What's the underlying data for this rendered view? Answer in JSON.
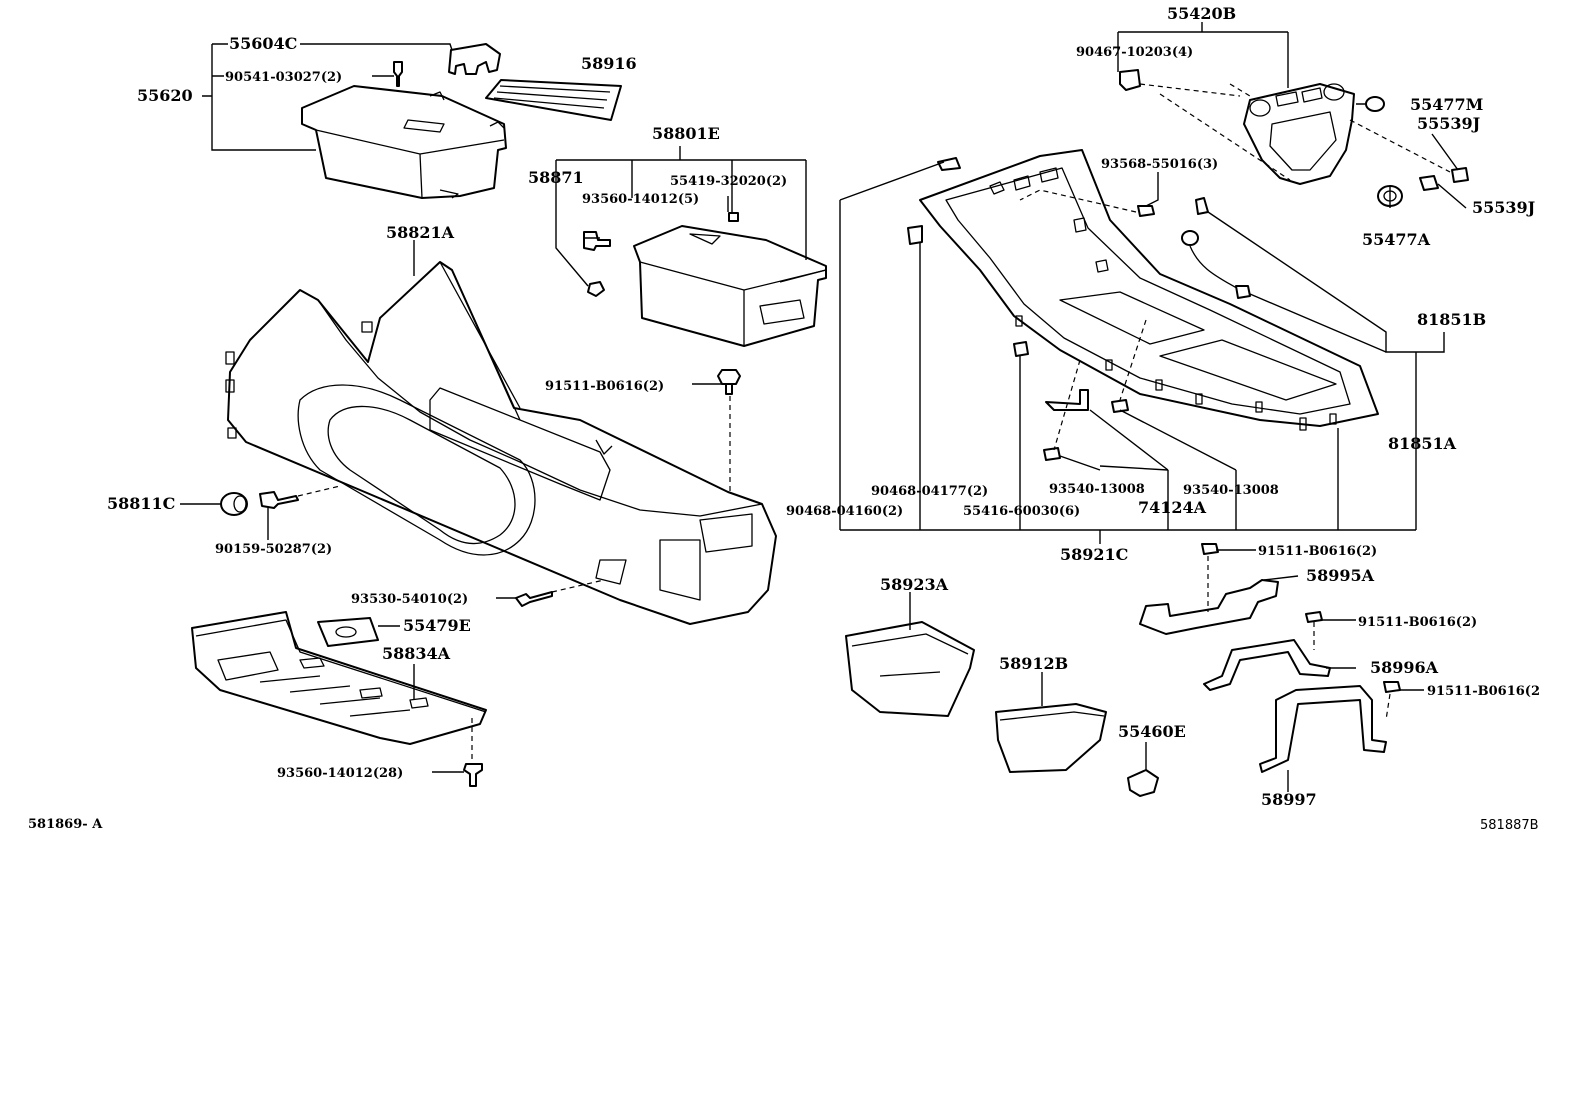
{
  "labels": {
    "p55604C": "55604C",
    "p90541": "90541-03027(2)",
    "p55620": "55620",
    "p58916": "58916",
    "p58801E": "58801E",
    "p58871": "58871",
    "p55419": "55419-32020(2)",
    "p93560a": "93560-14012(5)",
    "p58821A": "58821A",
    "p91511a": "91511-B0616(2)",
    "p58811C": "58811C",
    "p90159": "90159-50287(2)",
    "p93530": "93530-54010(2)",
    "p55479E": "55479E",
    "p58834A": "58834A",
    "p93560b": "93560-14012(28)",
    "p55420B": "55420B",
    "p90467": "90467-10203(4)",
    "p55477M": "55477M",
    "p55539Ja": "55539J",
    "p55539Jb": "55539J",
    "p55477A": "55477A",
    "p93568": "93568-55016(3)",
    "p81851B": "81851B",
    "p81851A": "81851A",
    "p90468a": "90468-04177(2)",
    "p93540a": "93540-13008",
    "p93540b": "93540-13008",
    "p90468b": "90468-04160(2)",
    "p55416": "55416-60030(6)",
    "p74124A": "74124A",
    "p58921C": "58921C",
    "p91511b": "91511-B0616(2)",
    "p58995A": "58995A",
    "p58923A": "58923A",
    "p91511c": "91511-B0616(2)",
    "p58912B": "58912B",
    "p58996A": "58996A",
    "p91511d": "91511-B0616(2",
    "p55460E": "55460E",
    "p58997": "58997",
    "ref_left": "581869- A",
    "ref_right": "581887B"
  },
  "colors": {
    "line": "#000000",
    "background": "#ffffff"
  }
}
